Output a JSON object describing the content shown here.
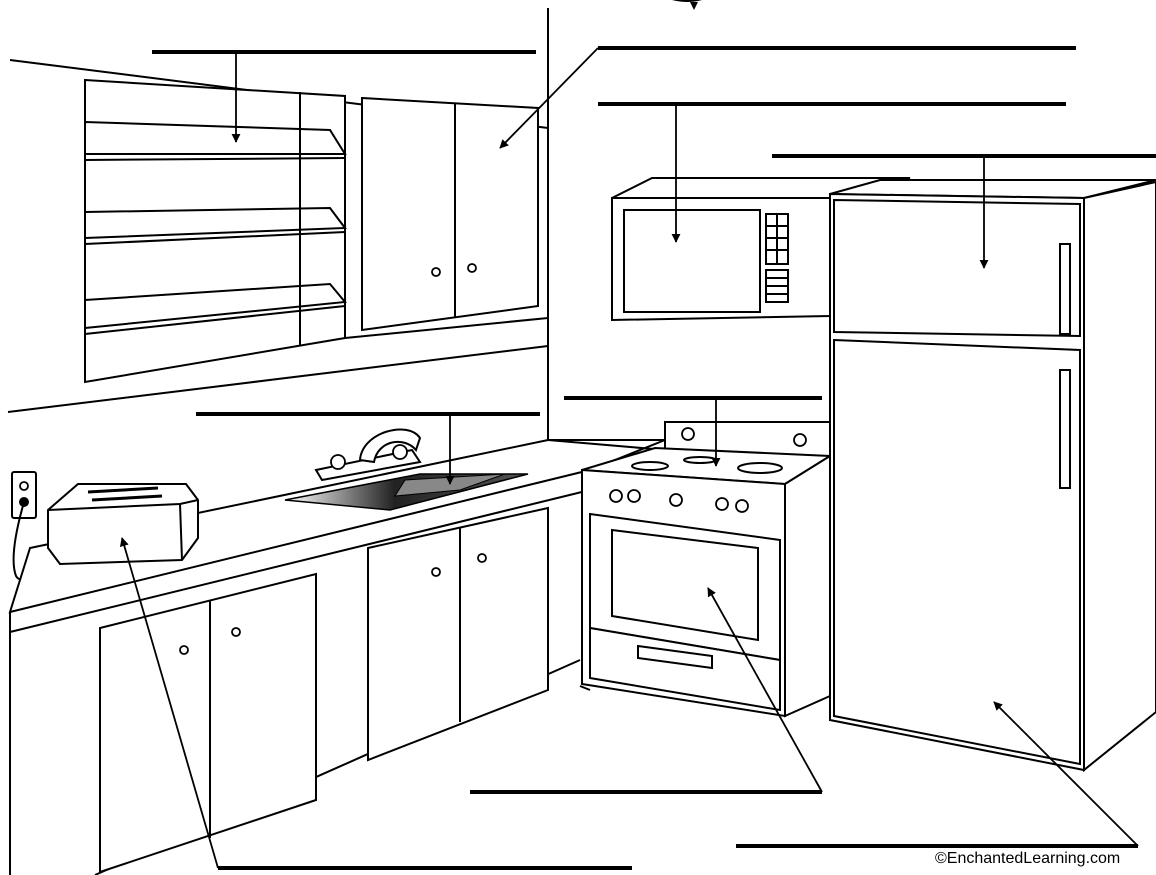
{
  "diagram": {
    "labels": [
      {
        "id": "open-shelves",
        "text": ""
      },
      {
        "id": "cabinet",
        "text": ""
      },
      {
        "id": "microwave",
        "text": ""
      },
      {
        "id": "freezer",
        "text": ""
      },
      {
        "id": "sink",
        "text": ""
      },
      {
        "id": "stove",
        "text": ""
      },
      {
        "id": "toaster",
        "text": ""
      },
      {
        "id": "oven",
        "text": ""
      },
      {
        "id": "refrigerator",
        "text": ""
      }
    ]
  },
  "copyright": "©EnchantedLearning.com"
}
